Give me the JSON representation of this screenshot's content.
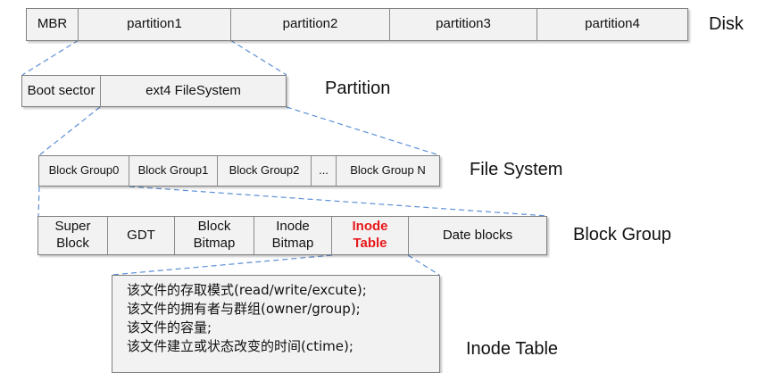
{
  "disk": {
    "cells": [
      "MBR",
      "partition1",
      "partition2",
      "partition3",
      "partition4"
    ],
    "label": "Disk"
  },
  "partition": {
    "cells": [
      "Boot sector",
      "ext4 FileSystem"
    ],
    "label": "Partition"
  },
  "filesystem": {
    "cells": [
      "Block Group0",
      "Block Group1",
      "Block Group2",
      "...",
      "Block Group  N"
    ],
    "label": "File System"
  },
  "blockgroup": {
    "cells": [
      "Super\nBlock",
      "GDT",
      "Block\nBitmap",
      "Inode\nBitmap",
      "Inode\nTable",
      "Date blocks"
    ],
    "label": "Block Group",
    "highlight_color": "#e8191c"
  },
  "inode_table": {
    "lines": [
      "该文件的存取模式(read/write/excute);",
      "该文件的拥有者与群组(owner/group);",
      "该文件的容量;",
      "该文件建立或状态改变的时间(ctime);"
    ],
    "label": "Inode Table"
  }
}
